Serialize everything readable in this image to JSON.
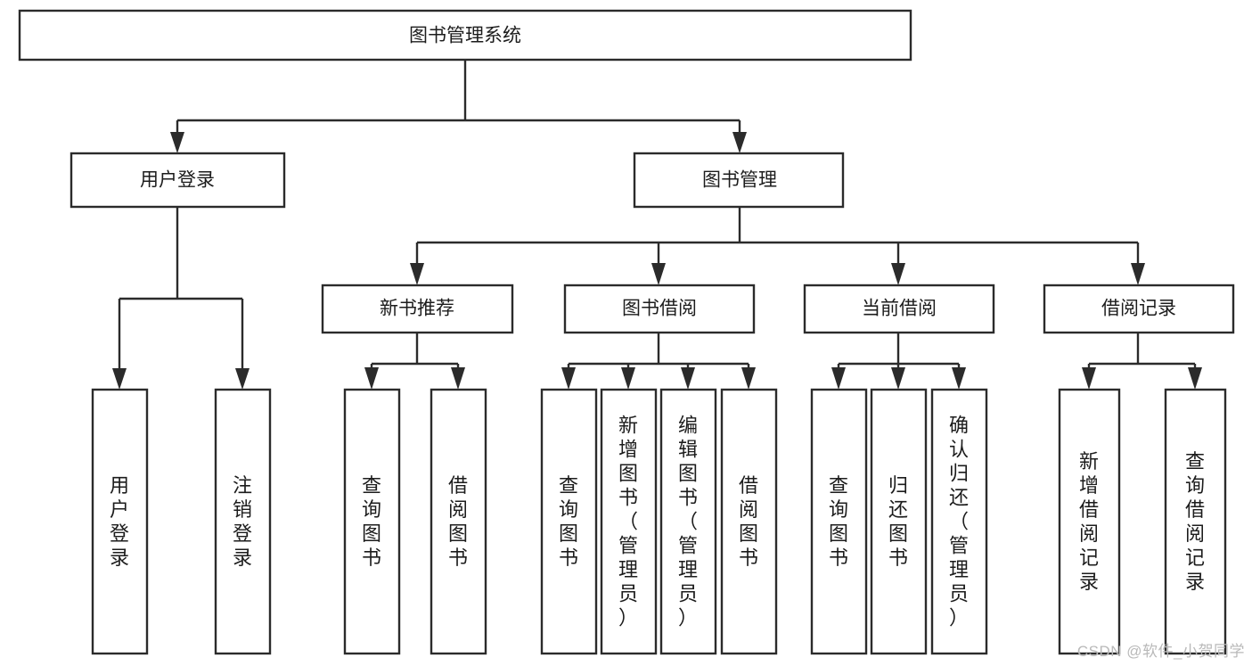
{
  "diagram": {
    "type": "tree",
    "title": "图书管理系统",
    "root": {
      "label": "图书管理系统"
    },
    "level1": [
      {
        "label": "用户登录"
      },
      {
        "label": "图书管理"
      }
    ],
    "level2": [
      {
        "label": "新书推荐"
      },
      {
        "label": "图书借阅"
      },
      {
        "label": "当前借阅"
      },
      {
        "label": "借阅记录"
      }
    ],
    "leaves": {
      "user_login": [
        {
          "label": "用户登录"
        },
        {
          "label": "注销登录"
        }
      ],
      "new_book_recommend": [
        {
          "label": "查询图书"
        },
        {
          "label": "借阅图书"
        }
      ],
      "book_borrow": [
        {
          "label": "查询图书"
        },
        {
          "label": "新增图书（管理员）"
        },
        {
          "label": "编辑图书（管理员）"
        },
        {
          "label": "借阅图书"
        }
      ],
      "current_borrow": [
        {
          "label": "查询图书"
        },
        {
          "label": "归还图书"
        },
        {
          "label": "确认归还（管理员）"
        }
      ],
      "borrow_record": [
        {
          "label": "新增借阅记录"
        },
        {
          "label": "查询借阅记录"
        }
      ]
    }
  },
  "watermark": {
    "text": "CSDN @软件_小贺同学"
  },
  "colors": {
    "stroke": "#2b2b2b",
    "box_fill": "#ffffff",
    "text": "#1c1c1c",
    "background": "#ffffff",
    "watermark": "#b9b9b9"
  }
}
